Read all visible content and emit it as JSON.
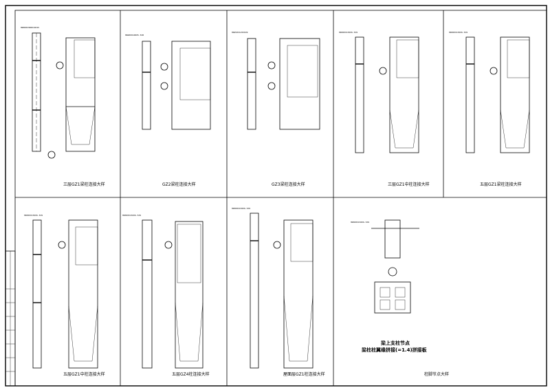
{
  "sheet": {
    "panels": [
      {
        "id": "p1",
        "caption": "三层GZ1梁柱连接大样"
      },
      {
        "id": "p2",
        "caption": "GZ2梁柱连接大样"
      },
      {
        "id": "p3",
        "caption": "GZ3梁柱连接大样"
      },
      {
        "id": "p4",
        "caption": "三层GZ1中柱连接大样"
      },
      {
        "id": "p5",
        "caption": "五层GZ1梁柱连接大样"
      },
      {
        "id": "p6",
        "caption": "五层GZ1中柱连接大样"
      },
      {
        "id": "p7",
        "caption": "五层GZ4柱连接大样"
      },
      {
        "id": "p8",
        "caption": "屋面层GZ1柱连接大样"
      },
      {
        "id": "p9",
        "caption": "柱脚节点大样"
      }
    ],
    "node_detail": {
      "title": "梁上支柱节点",
      "subtitle": "梁柱柱翼缘拼接(=1.4)拼接板"
    }
  },
  "colors": {
    "line": "#000000",
    "background": "#ffffff"
  }
}
